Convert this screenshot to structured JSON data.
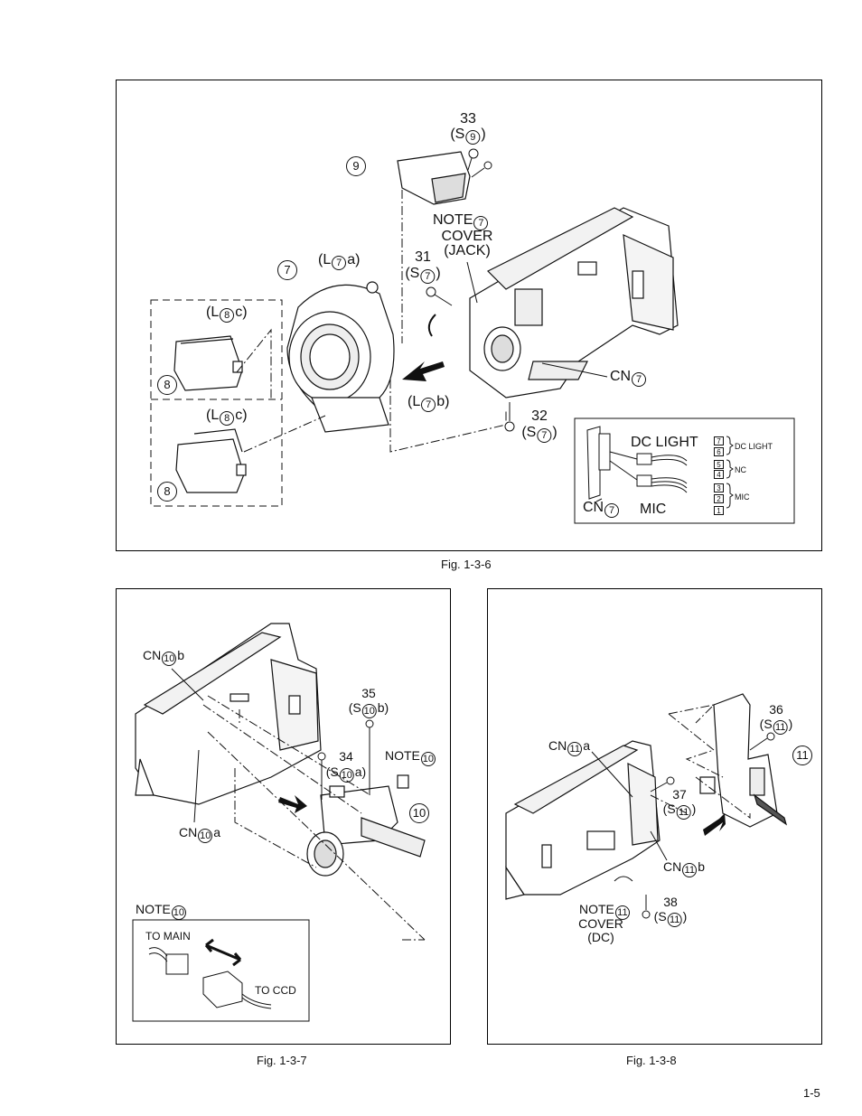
{
  "figures": {
    "fig6": {
      "caption": "Fig. 1-3-6"
    },
    "fig7": {
      "caption": "Fig. 1-3-7"
    },
    "fig8": {
      "caption": "Fig. 1-3-8"
    }
  },
  "page_number": "1-5",
  "fig6": {
    "screw33": {
      "num": "33",
      "pre": "(S",
      "circ": "9",
      "post": ")"
    },
    "part9": "9",
    "part7": "7",
    "l7a": {
      "pre": "(L",
      "circ": "7",
      "post": "a)"
    },
    "l7b": {
      "pre": "(L",
      "circ": "7",
      "post": "b)"
    },
    "l8c_top": {
      "pre": "(L",
      "circ": "8",
      "post": "c)"
    },
    "l8c_bot": {
      "pre": "(L",
      "circ": "8",
      "post": "c)"
    },
    "part8_top": "8",
    "part8_bot": "8",
    "note7": {
      "pre": "NOTE",
      "circ": "7",
      "line2": "COVER",
      "line3": "(JACK)"
    },
    "screw31": {
      "num": "31",
      "pre": "(S",
      "circ": "7",
      "post": ")"
    },
    "screw32": {
      "num": "32",
      "pre": "(S",
      "circ": "7",
      "post": ")"
    },
    "cn7": {
      "pre": "CN",
      "circ": "7"
    },
    "inset": {
      "dc_light": "DC LIGHT",
      "mic": "MIC",
      "cn": {
        "pre": "CN",
        "circ": "7"
      },
      "pins": [
        "7",
        "6",
        "5",
        "4",
        "3",
        "2",
        "1"
      ],
      "groups": [
        "DC LIGHT",
        "NC",
        "MIC"
      ]
    }
  },
  "fig7": {
    "cn10b": {
      "pre": "CN",
      "circ": "10",
      "post": "b"
    },
    "cn10a": {
      "pre": "CN",
      "circ": "10",
      "post": "a"
    },
    "screw35": {
      "num": "35",
      "pre": "(S",
      "circ": "10",
      "post": "b)"
    },
    "screw34": {
      "num": "34",
      "pre": "(S",
      "circ": "10",
      "post": "a)"
    },
    "note10": {
      "pre": "NOTE",
      "circ": "10"
    },
    "part10": "10",
    "note_box": {
      "title_pre": "NOTE",
      "title_circ": "10",
      "to_main": "TO MAIN",
      "to_ccd": "TO CCD"
    }
  },
  "fig8": {
    "screw36": {
      "num": "36",
      "pre": "(S",
      "circ": "11",
      "post": ")"
    },
    "part11": "11",
    "cn11a": {
      "pre": "CN",
      "circ": "11",
      "post": "a"
    },
    "screw37": {
      "num": "37",
      "pre": "(S",
      "circ": "11",
      "post": ")"
    },
    "cn11b": {
      "pre": "CN",
      "circ": "11",
      "post": "b"
    },
    "note11": {
      "pre": "NOTE",
      "circ": "11",
      "line2": "COVER",
      "line3": "(DC)"
    },
    "screw38": {
      "num": "38",
      "pre": "(S",
      "circ": "11",
      "post": ")"
    }
  }
}
